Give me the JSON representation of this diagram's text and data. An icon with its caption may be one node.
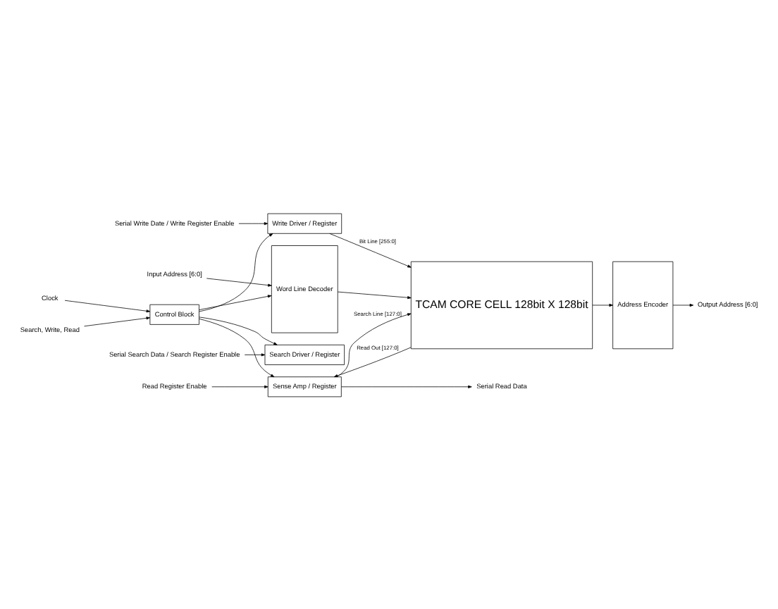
{
  "diagram": {
    "nodes": [
      {
        "text": [
          "Search Driver / Register"
        ]
      },
      {
        "text": [
          "Sense Amp / Register"
        ]
      },
      {
        "text": [
          "Word Line Decoder"
        ]
      },
      {
        "text": [
          "TCAM CORE CELL 128bit X 128bit"
        ]
      },
      {
        "text": [
          "Address Encoder"
        ]
      },
      {
        "text": [
          "Control Block"
        ]
      },
      {
        "text": [
          "Write Driver / Register"
        ]
      },
      {
        "text": [
          "Serial Search Data / Search Register Enable"
        ]
      },
      {
        "text": [
          "Read Register Enable"
        ]
      },
      {
        "text": [
          "Serial Read Data"
        ]
      },
      {
        "text": [
          "Input Address [6:0]"
        ]
      },
      {
        "text": [
          "Output Address [6:0]"
        ]
      },
      {
        "text": [
          "Clock"
        ]
      },
      {
        "text": [
          "Search, Write, Read"
        ]
      },
      {
        "text": [
          "Serial Write Date / Write Register Enable"
        ]
      }
    ],
    "edges": [
      {
        "from": 7,
        "to": 0,
        "arrow": "to"
      },
      {
        "from": 8,
        "to": 1,
        "arrow": "to"
      },
      {
        "from": 5,
        "to": 0,
        "arrow": "to"
      },
      {
        "from": 5,
        "to": 1,
        "arrow": "to"
      },
      {
        "from": 1,
        "to": 9,
        "arrow": "to"
      },
      {
        "from": 1,
        "to": 3,
        "arrow": "to",
        "label": "Search Line [127:0]"
      },
      {
        "from": 3,
        "to": 1,
        "arrow": "to",
        "label": "Read Out [127:0]"
      },
      {
        "from": 10,
        "to": 2,
        "arrow": "to"
      },
      {
        "from": 2,
        "to": 3,
        "arrow": "to"
      },
      {
        "from": 3,
        "to": 4,
        "arrow": "to"
      },
      {
        "from": 4,
        "to": 11,
        "arrow": "to"
      },
      {
        "from": 12,
        "to": 5,
        "arrow": "to"
      },
      {
        "from": 13,
        "to": 5,
        "arrow": "to"
      },
      {
        "from": 5,
        "to": 2,
        "arrow": "to"
      },
      {
        "from": 5,
        "to": 6,
        "arrow": "to"
      },
      {
        "from": 14,
        "to": 6,
        "arrow": "to"
      },
      {
        "from": 6,
        "to": 3,
        "arrow": "to",
        "label": "Bit Line [255:0]"
      }
    ]
  }
}
